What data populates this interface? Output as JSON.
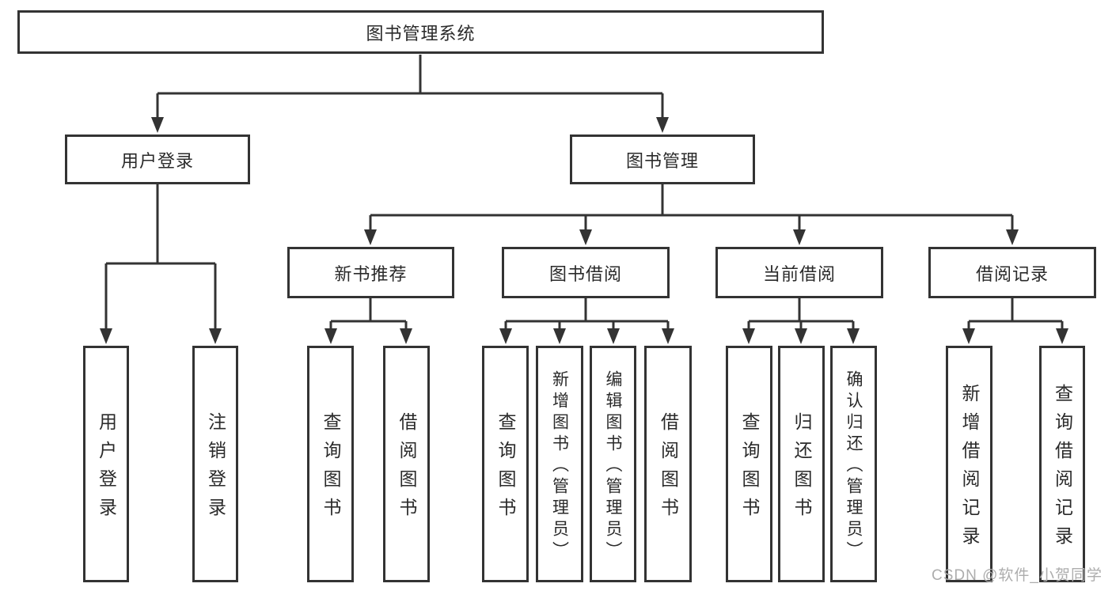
{
  "tree": {
    "root": "图书管理系统",
    "children": [
      {
        "label": "用户登录",
        "children": [
          "用户登录",
          "注销登录"
        ]
      },
      {
        "label": "图书管理",
        "children": [
          {
            "label": "新书推荐",
            "children": [
              "查询图书",
              "借阅图书"
            ]
          },
          {
            "label": "图书借阅",
            "children": [
              "查询图书",
              "新增图书（管理员）",
              "编辑图书（管理员）",
              "借阅图书"
            ]
          },
          {
            "label": "当前借阅",
            "children": [
              "查询图书",
              "归还图书",
              "确认归还（管理员）"
            ]
          },
          {
            "label": "借阅记录",
            "children": [
              "新增借阅记录",
              "查询借阅记录"
            ]
          }
        ]
      }
    ]
  },
  "watermark": "CSDN @软件_小贺同学",
  "colors": {
    "line": "#333333",
    "box_border": "#333333",
    "text": "#2a2a2a",
    "watermark": "#adadad",
    "background": "#ffffff"
  }
}
